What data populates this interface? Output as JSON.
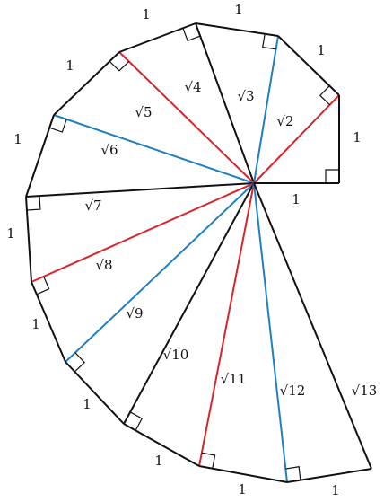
{
  "colors": {
    "outline": "#111111",
    "red": "#d8242b",
    "blue": "#1f7fc0"
  },
  "diagram": {
    "hypotenuse_labels": [
      "√2",
      "√3",
      "√4",
      "√5",
      "√6",
      "√7",
      "√8",
      "√9",
      "√10",
      "√11",
      "√12",
      "√13"
    ],
    "leg_label": "1",
    "hypotenuse_colors": [
      "red",
      "blue",
      "black",
      "red",
      "blue",
      "black",
      "red",
      "blue",
      "black",
      "red",
      "blue",
      "black"
    ]
  }
}
